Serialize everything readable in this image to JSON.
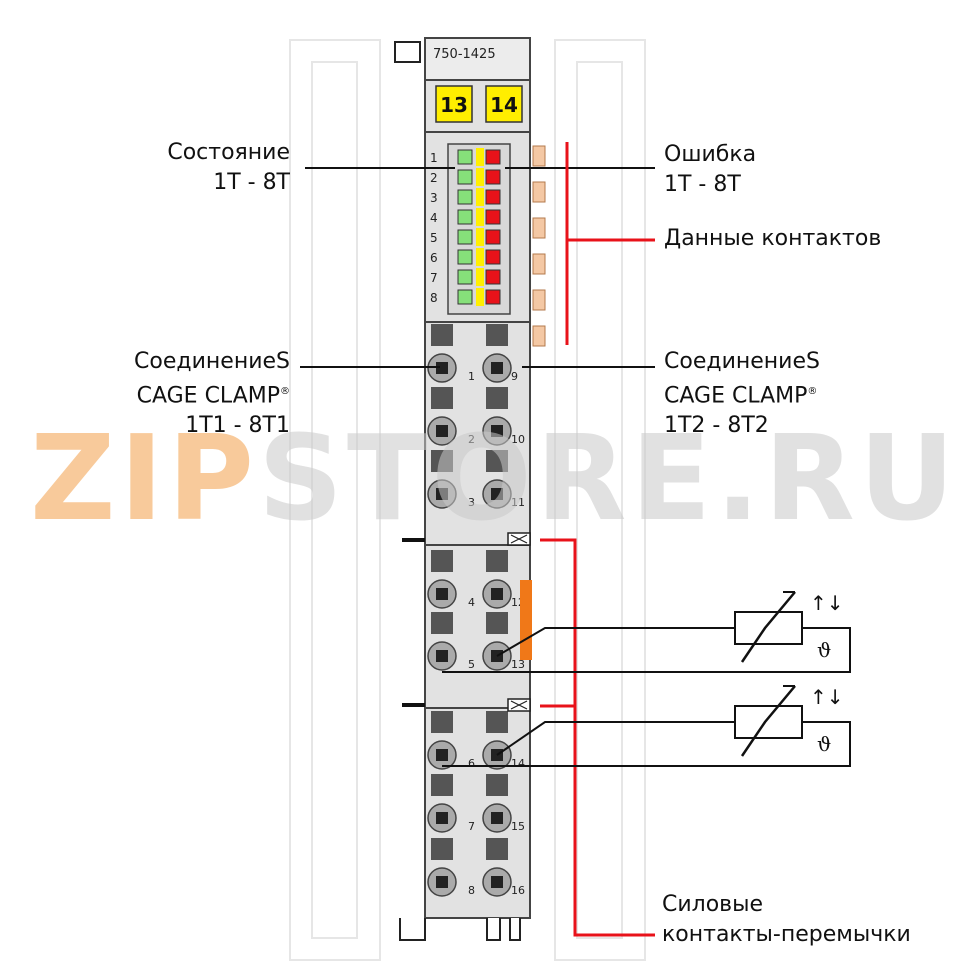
{
  "module": {
    "model": "750-1425",
    "tags": [
      "13",
      "14"
    ],
    "led_numbers": [
      "1",
      "2",
      "3",
      "4",
      "5",
      "6",
      "7",
      "8"
    ],
    "terminal_left": [
      "1",
      "2",
      "3",
      "4",
      "5",
      "6",
      "7",
      "8"
    ],
    "terminal_right": [
      "9",
      "10",
      "11",
      "12",
      "13",
      "14",
      "15",
      "16"
    ]
  },
  "labels": {
    "state_line1": "Состояние",
    "state_line2": "1T - 8T",
    "error_line1": "Ошибка",
    "error_line2": "1T - 8T",
    "data_contacts": "Данные контактов",
    "conn_left_line1": "СоединениеS",
    "conn_left_line2": "CAGE CLAMP",
    "conn_left_line3": "1T1 - 8T1",
    "conn_right_line1": "СоединениеS",
    "conn_right_line2": "CAGE CLAMP",
    "conn_right_line3": "1T2 - 8T2",
    "registered": "®",
    "power_line1": "Силовые",
    "power_line2": "контакты-перемычки"
  },
  "symbols": {
    "theta": "ϑ",
    "arrows": "↑↓"
  },
  "watermark": {
    "part1": "ZIP",
    "part2": "STORE.RU"
  },
  "colors": {
    "led_green": "#86e07a",
    "led_yellow": "#ffef00",
    "led_red": "#e8121a",
    "tag_yellow": "#ffee00",
    "accent_red": "#e8121a",
    "orange": "#f07818",
    "housing": "#e2e2e2"
  }
}
